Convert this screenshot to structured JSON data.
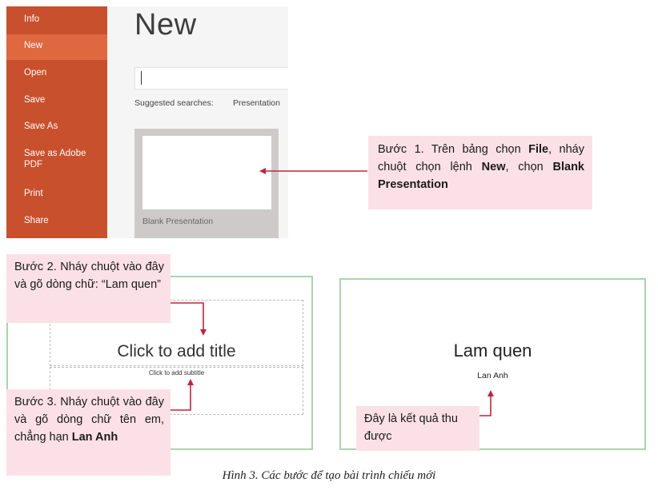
{
  "backstage": {
    "sidebar": {
      "items": [
        {
          "label": "Info"
        },
        {
          "label": "New",
          "active": true
        },
        {
          "label": "Open"
        },
        {
          "label": "Save"
        },
        {
          "label": "Save As"
        },
        {
          "label": "Save as Adobe PDF"
        },
        {
          "label": "Print"
        },
        {
          "label": "Share"
        }
      ]
    },
    "title": "New",
    "search": {
      "value": "",
      "placeholder": ""
    },
    "suggested": {
      "label": "Suggested searches:",
      "first_link": "Presentation"
    },
    "template": {
      "label": "Blank Presentation"
    }
  },
  "callouts": {
    "step1": {
      "pre": "Bước 1. Trên bảng chọn ",
      "b1": "File",
      "mid": ", nháy chuột chọn lệnh ",
      "b2": "New",
      "mid2": ", chọn ",
      "b3": "Blank Presentation"
    },
    "step2": {
      "text": "Bước 2. Nháy chuột vào đây và gõ dòng chữ: “Lam quen”"
    },
    "step3": {
      "pre": "Bước 3. Nháy chuột vào đây và gõ dòng chữ tên em, chẳng hạn ",
      "b1": "Lan Anh"
    },
    "result": {
      "text": "Đây là kết quả thu được"
    }
  },
  "slides": {
    "placeholder": {
      "title": "Click to add title",
      "subtitle": "Click to add subtitle"
    },
    "result": {
      "title": "Lam quen",
      "subtitle": "Lan Anh"
    }
  },
  "caption": "Hình 3. Các bước để tạo bài trình chiếu mới",
  "colors": {
    "sidebar": "#c9502c",
    "sidebar_active": "#e0683f",
    "callout_bg": "#fbe1e7",
    "arrow": "#c0243e",
    "slide_border": "#a9d4ad"
  }
}
